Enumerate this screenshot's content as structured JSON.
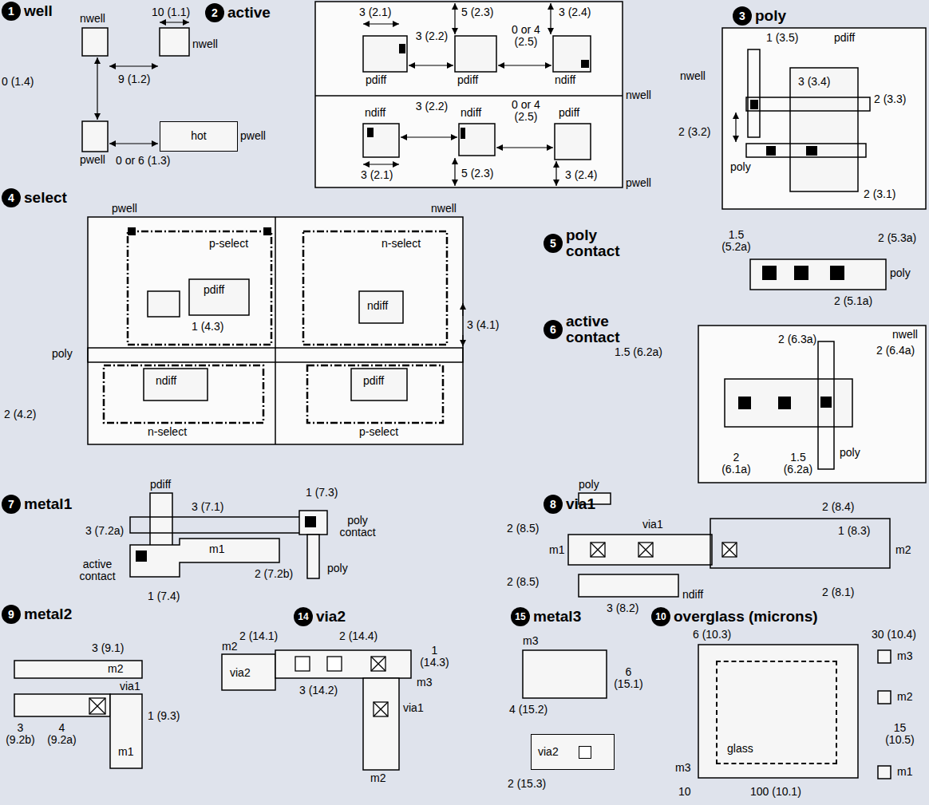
{
  "diagram": {
    "nodes": [
      {
        "text": [
          "1",
          "well"
        ]
      },
      {
        "text": [
          "hot",
          "pwell"
        ]
      },
      {
        "text": [
          "2",
          "active"
        ]
      },
      {
        "text": [
          "3",
          "poly"
        ]
      },
      {
        "text": [
          "4",
          "select"
        ]
      },
      {
        "text": [
          "5",
          "poly contact"
        ]
      },
      {
        "text": [
          "6",
          "active contact"
        ]
      },
      {
        "text": [
          "7",
          "metal1"
        ]
      },
      {
        "text": [
          "8",
          "via1"
        ]
      },
      {
        "text": [
          "9",
          "metal2"
        ]
      },
      {
        "text": [
          "14",
          "via2"
        ]
      },
      {
        "text": [
          "15",
          "metal3"
        ]
      },
      {
        "text": [
          "via2"
        ]
      },
      {
        "text": [
          "10",
          "overglass (microns)"
        ]
      },
      {
        "text": [
          "glass"
        ]
      }
    ],
    "labels": [
      "10 (1.1)",
      "nwell",
      "nwell",
      "0 (1.4)",
      "9 (1.2)",
      "pwell",
      "0 or 6 (1.3)",
      "3 (2.1)",
      "5 (2.3)",
      "3 (2.4)",
      "3 (2.2)",
      "0 or 4 (2.5)",
      "pdiff",
      "pdiff",
      "ndiff",
      "nwell",
      "ndiff",
      "3 (2.2)",
      "ndiff",
      "0 or 4 (2.5)",
      "pdiff",
      "3 (2.1)",
      "5 (2.3)",
      "3 (2.4)",
      "pwell",
      "nwell",
      "1 (3.5)",
      "pdiff",
      "3 (3.4)",
      "2 (3.3)",
      "2 (3.2)",
      "poly",
      "2 (3.1)",
      "pwell",
      "nwell",
      "p-select",
      "n-select",
      "pdiff",
      "ndiff",
      "1 (4.3)",
      "3 (4.1)",
      "poly",
      "ndiff",
      "pdiff",
      "2 (4.2)",
      "n-select",
      "p-select",
      "1.5 (5.2a)",
      "2 (5.3a)",
      "poly",
      "2 (5.1a)",
      "2 (6.3a)",
      "nwell",
      "1.5 (6.2a)",
      "2 (6.4a)",
      "poly",
      "2 (6.1a)",
      "1.5 (6.2a)",
      "pdiff",
      "3 (7.1)",
      "1 (7.3)",
      "poly contact",
      "3 (7.2a)",
      "active contact",
      "m1",
      "poly",
      "2 (7.2b)",
      "1 (7.4)",
      "poly",
      "2 (8.4)",
      "via1",
      "2 (8.5)",
      "1 (8.3)",
      "m1",
      "m2",
      "2 (8.5)",
      "ndiff",
      "3 (8.2)",
      "2 (8.1)",
      "3 (9.1)",
      "m2",
      "via1",
      "3 (9.2b)",
      "4 (9.2a)",
      "1 (9.3)",
      "m1",
      "2 (14.1)",
      "2 (14.4)",
      "1 (14.3)",
      "m2",
      "via2",
      "m3",
      "3 (14.2)",
      "via1",
      "m2",
      "m3",
      "6 (15.1)",
      "4 (15.2)",
      "2 (15.3)",
      "6 (10.3)",
      "30 (10.4)",
      "m3",
      "m2",
      "15 (10.5)",
      "m1",
      "m3",
      "10",
      "100 (10.1)"
    ]
  }
}
